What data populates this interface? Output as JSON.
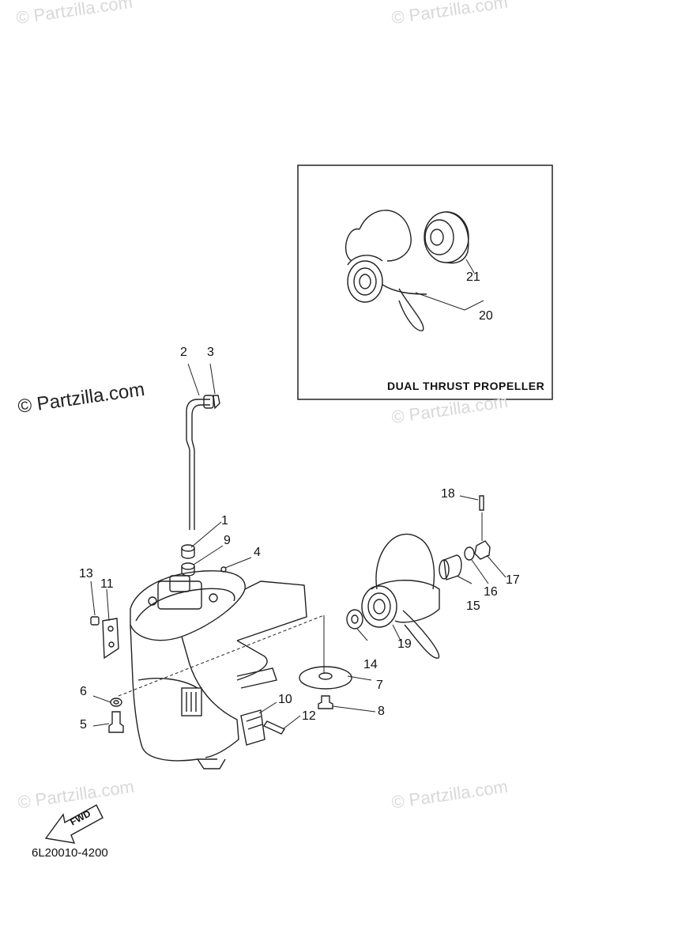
{
  "watermarks": {
    "main": "© Partzilla.com",
    "faint": "© Partzilla.com"
  },
  "inset": {
    "title": "DUAL THRUST PROPELLER"
  },
  "callouts": {
    "c1": "1",
    "c2": "2",
    "c3": "3",
    "c4": "4",
    "c5": "5",
    "c6": "6",
    "c7": "7",
    "c8": "8",
    "c9": "9",
    "c10": "10",
    "c11": "11",
    "c12": "12",
    "c13": "13",
    "c14": "14",
    "c15": "15",
    "c16": "16",
    "c17": "17",
    "c18": "18",
    "c19": "19",
    "c20": "20",
    "c21": "21"
  },
  "fwd_arrow": {
    "label": "FWD"
  },
  "diagram_code": "6L20010-4200",
  "colors": {
    "line": "#222222",
    "watermark": "#d8d8d8"
  }
}
